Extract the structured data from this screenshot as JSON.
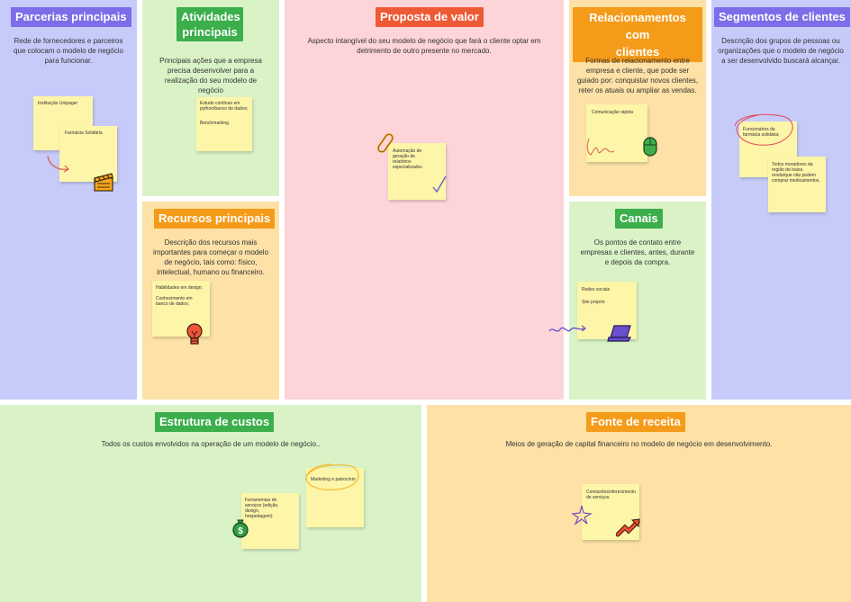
{
  "colors": {
    "blue_panel": "#c7cbfa",
    "green_panel": "#d9f3c7",
    "orange_panel": "#fde1a6",
    "pink_panel": "#fdd4d8",
    "purple_title": "#7b6ee8",
    "green_title": "#3cae4b",
    "orange_title": "#f49b1a",
    "red_title": "#ee5a36",
    "sticky": "#fdf5a8"
  },
  "parcerias": {
    "title": "Parcerias principais",
    "desc": "Rede de fornecedores e parceiros que colocam o modelo de negócio para funcionar.",
    "notes": [
      "Instituição Unipager",
      "Farmácia Solidária"
    ],
    "icons": [
      "arrow-icon",
      "clapperboard-icon"
    ]
  },
  "atividades": {
    "title_line1": "Atividades",
    "title_line2": "principais",
    "desc": "Principais ações que a empresa precisa desenvolver para a realização do seu modelo de negócio",
    "note_line1": "Estudo contínuo em python/banco de dados;",
    "note_line2": "Benchmarking"
  },
  "recursos": {
    "title": "Recursos principais",
    "desc": "Descrição dos recursos mais importantes para começar o modelo de negócio, tais como: físico, intelectual, humano ou financeiro.",
    "note_line1": "Habilidades em design;",
    "note_line2": "Conhecimento em banco de dados;",
    "icon": "lightbulb-icon"
  },
  "proposta": {
    "title": "Proposta de valor",
    "desc": "Aspecto intangível do seu modelo de negócio que fará o cliente optar em detrimento de outro presente no mercado.",
    "note": "Automação de geração de relatórios especializados",
    "icons": [
      "paperclip-icon",
      "checkmark-icon"
    ]
  },
  "relacionamentos": {
    "title_line1": "Relacionamentos com",
    "title_line2": "clientes",
    "desc": "Formas de relacionamento entre empresa e cliente, que pode ser guiado por: conquistar novos clientes, reter os atuais ou ampliar as vendas.",
    "note": "Comunicação rápida",
    "icons": [
      "scribble-icon",
      "mouse-icon"
    ]
  },
  "canais": {
    "title": "Canais",
    "desc": "Os pontos de contato entre empresas e clientes, antes, durante e depois da compra.",
    "note_line1": "Redes sociais",
    "note_line2": "Site próprio",
    "icons": [
      "squiggle-arrow-icon",
      "laptop-icon"
    ]
  },
  "segmentos": {
    "title": "Segmentos de clientes",
    "desc": "Descrição dos grupos de pessoas ou organizações que o modelo de negócio a ser desenvolvido buscará alcançar.",
    "notes": [
      "Funcionários da farmácia solidária;",
      "Todos moradores da região de baixa renda/que não podem comprar medicamentos."
    ],
    "icon": "circle-highlight-icon"
  },
  "custos": {
    "title": "Estrutura de custos",
    "desc": "Todos os custos envolvidos na operação de um modelo de negócio..",
    "notes": [
      "Ferramentas de serviços (edição, design, hospedagem)",
      "Marketing e patrocínio"
    ],
    "icons": [
      "money-bag-icon",
      "circle-highlight-icon"
    ]
  },
  "receita": {
    "title": "Fonte de receita",
    "desc": "Meios de geração de capital financeiro no modelo de negócio em desenvolvimento.",
    "note": "Comissões/oferecimento de serviços.",
    "icons": [
      "star-icon",
      "trend-up-arrow-icon"
    ]
  }
}
